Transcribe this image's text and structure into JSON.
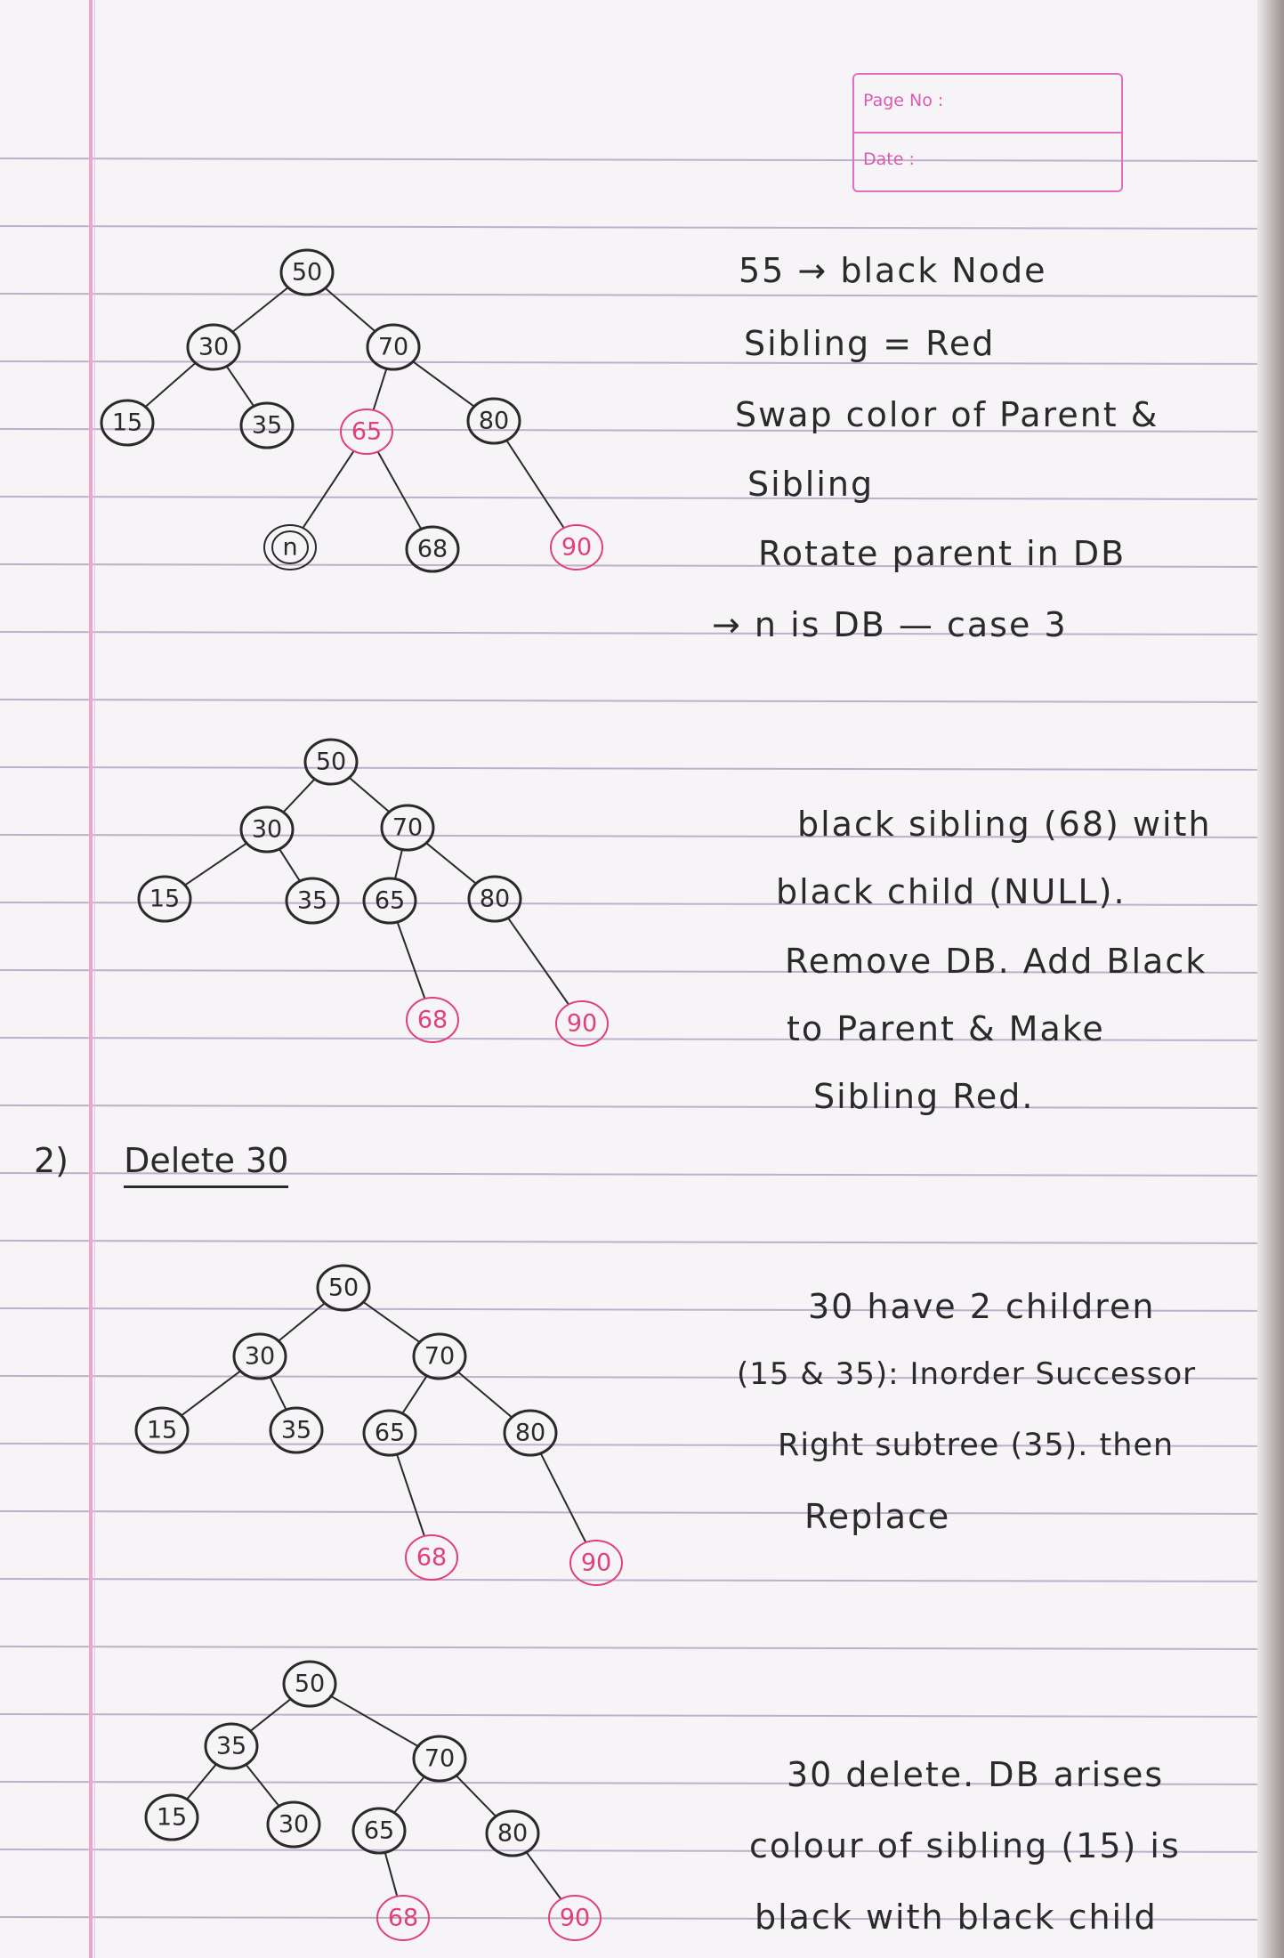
{
  "header": {
    "page_no_label": "Page No :",
    "date_label": "Date :"
  },
  "colors": {
    "ink": "#2a2a2a",
    "red_ink": "#e0407c",
    "rule": "#b9a9c9",
    "margin": "#e9a6cf"
  },
  "trees": [
    {
      "nodes": [
        {
          "label": "50",
          "color": "black"
        },
        {
          "label": "30",
          "color": "black"
        },
        {
          "label": "70",
          "color": "black"
        },
        {
          "label": "15",
          "color": "black"
        },
        {
          "label": "35",
          "color": "black"
        },
        {
          "label": "65",
          "color": "red"
        },
        {
          "label": "80",
          "color": "black"
        },
        {
          "label": "n",
          "color": "double-black"
        },
        {
          "label": "68",
          "color": "black"
        },
        {
          "label": "90",
          "color": "red"
        }
      ]
    },
    {
      "nodes": [
        {
          "label": "50",
          "color": "black"
        },
        {
          "label": "30",
          "color": "black"
        },
        {
          "label": "70",
          "color": "black"
        },
        {
          "label": "15",
          "color": "black"
        },
        {
          "label": "35",
          "color": "black"
        },
        {
          "label": "65",
          "color": "black"
        },
        {
          "label": "80",
          "color": "black"
        },
        {
          "label": "68",
          "color": "red"
        },
        {
          "label": "90",
          "color": "red"
        }
      ]
    },
    {
      "nodes": [
        {
          "label": "50",
          "color": "black"
        },
        {
          "label": "30",
          "color": "black"
        },
        {
          "label": "70",
          "color": "black"
        },
        {
          "label": "15",
          "color": "black"
        },
        {
          "label": "35",
          "color": "black"
        },
        {
          "label": "65",
          "color": "black"
        },
        {
          "label": "80",
          "color": "black"
        },
        {
          "label": "68",
          "color": "red"
        },
        {
          "label": "90",
          "color": "red"
        }
      ]
    },
    {
      "nodes": [
        {
          "label": "50",
          "color": "black"
        },
        {
          "label": "35",
          "color": "black"
        },
        {
          "label": "70",
          "color": "black"
        },
        {
          "label": "15",
          "color": "black"
        },
        {
          "label": "30",
          "color": "black"
        },
        {
          "label": "65",
          "color": "black"
        },
        {
          "label": "80",
          "color": "black"
        },
        {
          "label": "68",
          "color": "red"
        },
        {
          "label": "90",
          "color": "red"
        }
      ]
    }
  ],
  "notes": {
    "block1": [
      "55 → black Node",
      "Sibling = Red",
      "Swap color of Parent &",
      "Sibling",
      "Rotate parent in DB",
      "→ n is DB — case 3"
    ],
    "block2": [
      "black sibling (68) with",
      "black child (NULL).",
      "Remove DB. Add Black",
      "to Parent & Make",
      "Sibling Red."
    ],
    "block3": [
      "30 have 2 children",
      "(15 & 35): Inorder Successor",
      "Right subtree (35). then",
      "Replace"
    ],
    "block4": [
      "30 delete. DB arises",
      "colour of sibling (15) is",
      "black with black child"
    ]
  },
  "section": {
    "number": "2)",
    "title": "Delete 30"
  }
}
